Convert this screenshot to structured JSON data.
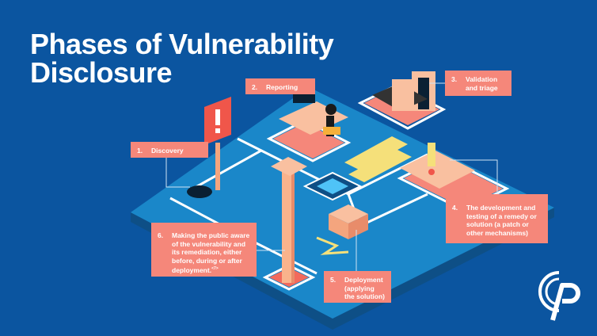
{
  "title_line1": "Phases of Vulnerability",
  "title_line2": "Disclosure",
  "phases": [
    {
      "num": "1.",
      "text": "Discovery"
    },
    {
      "num": "2.",
      "text": "Reporting"
    },
    {
      "num": "3.",
      "text": "Validation and triage"
    },
    {
      "num": "4.",
      "text": "The development and testing of a remedy or solution (a patch or other mechanisms)"
    },
    {
      "num": "5.",
      "text": "Deployment (applying the solution)"
    },
    {
      "num": "6.",
      "text": "Making the public aware of the vulnerability and its remediation, either before, during or after deployment.",
      "footnote": "<7>"
    }
  ],
  "colors": {
    "background": "#0b55a0",
    "board": "#1a87c9",
    "label": "#f5877a",
    "path": "#ffffff"
  }
}
